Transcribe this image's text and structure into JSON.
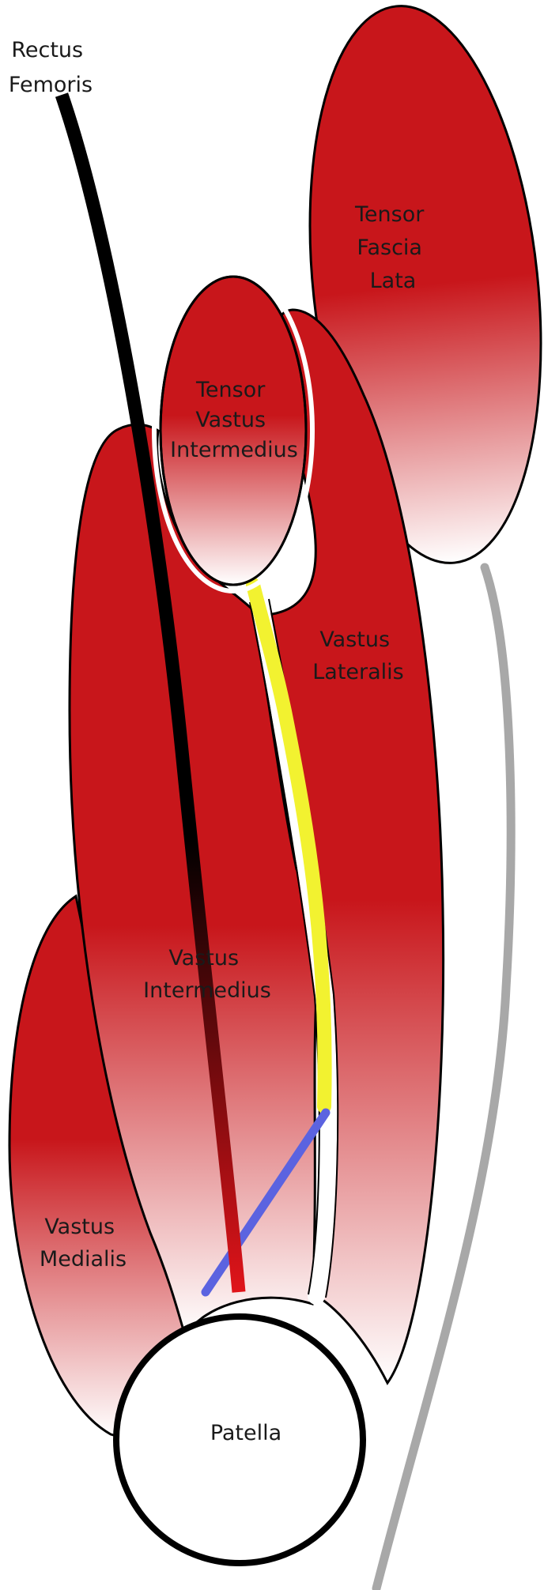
{
  "colors": {
    "muscle": "#c8161b",
    "muscle_fade": "#ffffff",
    "outline": "#000000",
    "rectus_tendon_top": "#000000",
    "rectus_tendon_bottom": "#e0141a",
    "yellow_band": "#f2f230",
    "blue_line": "#5b63e0",
    "gray_line": "#a8a8a8"
  },
  "labels": {
    "rectus_line1": "Rectus",
    "rectus_line2": "Femoris",
    "tfl_line1": "Tensor",
    "tfl_line2": "Fascia",
    "tfl_line3": "Lata",
    "tvi_line1": "Tensor",
    "tvi_line2": "Vastus",
    "tvi_line3": "Intermedius",
    "vl_line1": "Vastus",
    "vl_line2": "Lateralis",
    "vi_line1": "Vastus",
    "vi_line2": "Intermedius",
    "vm_line1": "Vastus",
    "vm_line2": "Medialis",
    "patella": "Patella"
  }
}
